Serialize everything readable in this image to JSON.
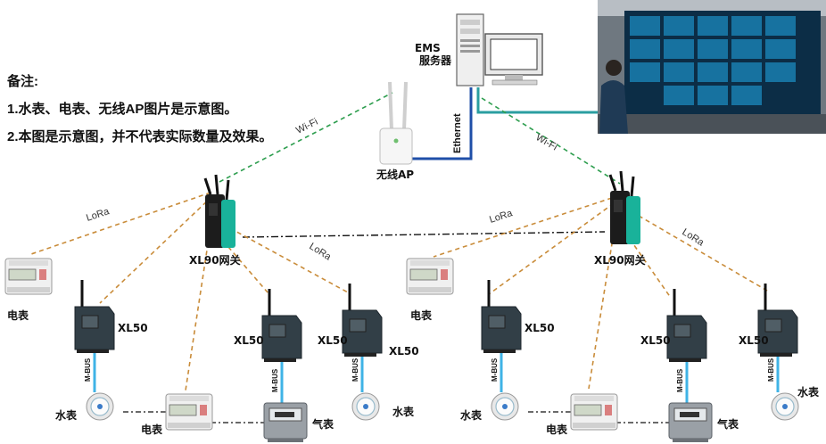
{
  "notes": {
    "title": "备注:",
    "line1": "1.水表、电表、无线AP图片是示意图。",
    "line2": "2.本图是示意图，并不代表实际数量及效果。"
  },
  "server_label": "EMS\n服务器",
  "ap_label": "无线AP",
  "ethernet_label": "Ethernet",
  "wifi_label": "Wi-Fi",
  "lora_label": "LoRa",
  "gateway_label": "XL90网关",
  "collector_label": "XL50",
  "mbus_label": "M-BUS",
  "water_meter_label": "水表",
  "electric_meter_label": "电表",
  "gas_meter_label": "气表",
  "colors": {
    "wifi": "#2e9e4f",
    "lora": "#c98c3a",
    "ethernet": "#1f4fa8",
    "mbus": "#3fb3e6",
    "teal": "#2a9ea0"
  }
}
